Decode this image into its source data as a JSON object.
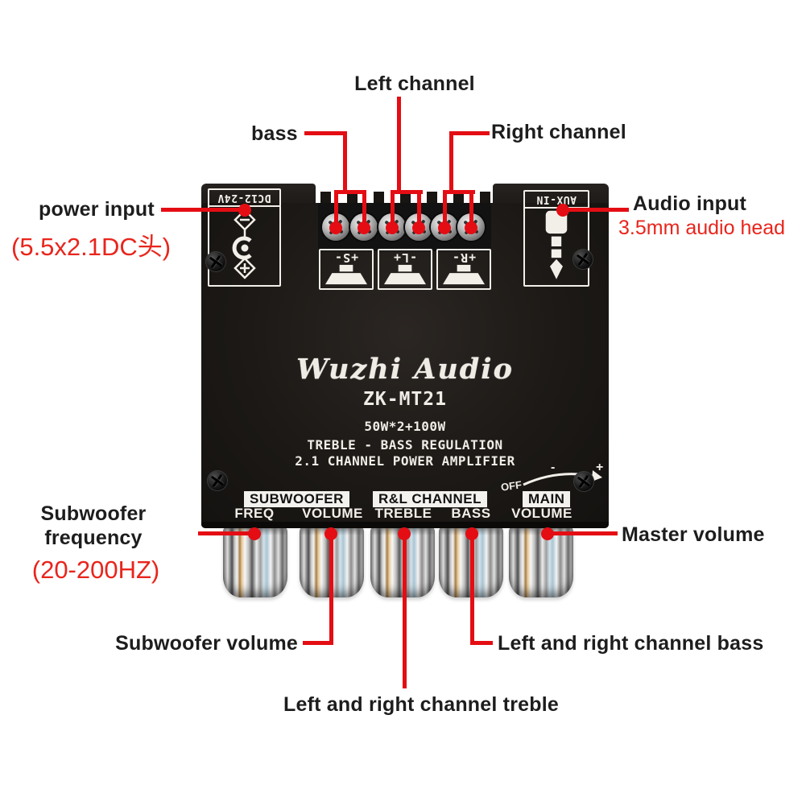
{
  "colors": {
    "annotation_red": "#e40d13",
    "red_text": "#e8251c",
    "board_black": "#1c1916",
    "silk_white": "#f2efe9",
    "label_black": "#1d1d1d"
  },
  "top_annotations": {
    "left_channel": "Left channel",
    "bass": "bass",
    "right_channel": "Right channel"
  },
  "left_annotations": {
    "power_input": "power input",
    "power_input_spec": "(5.5x2.1DC头)",
    "subwoofer_frequency_line1": "Subwoofer",
    "subwoofer_frequency_line2": "frequency",
    "subwoofer_frequency_range": "(20-200HZ)"
  },
  "right_annotations": {
    "audio_input": "Audio input",
    "audio_input_spec": "3.5mm audio head",
    "master_volume": "Master volume"
  },
  "bottom_annotations": {
    "subwoofer_volume": "Subwoofer volume",
    "lr_channel_bass": "Left and right channel bass",
    "lr_channel_treble": "Left and right channel treble"
  },
  "board": {
    "brand": "Wuzhi Audio",
    "model": "ZK-MT21",
    "power_rating": "50W*2+100W",
    "tagline1": "TREBLE - BASS REGULATION",
    "tagline2": "2.1 CHANNEL POWER AMPLIFIER",
    "dc_label": "DC12-24V",
    "aux_label": "AUX-IN",
    "terminal_labels": [
      "+S-",
      "-L+",
      "+R-"
    ],
    "section_subwoofer": "SUBWOOFER",
    "section_rl_channel": "R&L CHANNEL",
    "section_main": "MAIN",
    "knob_labels": [
      "FREQ",
      "VOLUME",
      "TREBLE",
      "BASS",
      "VOLUME"
    ],
    "off": "OFF",
    "minus": "-",
    "plus": "+"
  }
}
